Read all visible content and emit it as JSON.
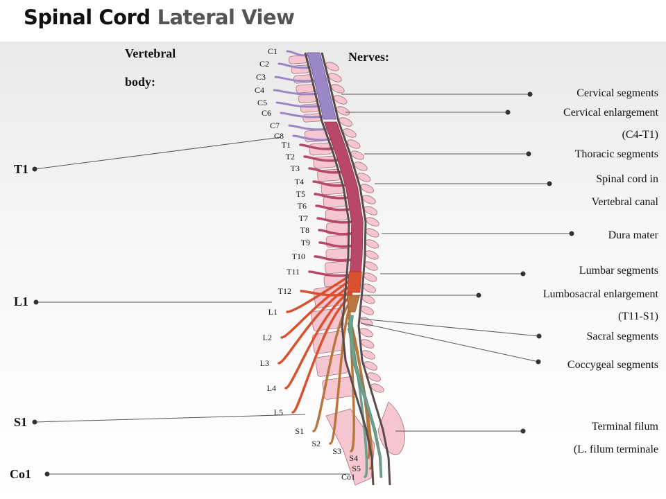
{
  "title": {
    "main": "Spinal Cord",
    "sub": "Lateral View"
  },
  "headings": {
    "vertebral": "Vertebral",
    "body": "body:",
    "nerves": "Nerves:"
  },
  "left_markers": [
    "T1",
    "L1",
    "S1",
    "Co1"
  ],
  "vertebra_labels": [
    "C1",
    "C2",
    "C3",
    "C4",
    "C5",
    "C6",
    "C7",
    "C8",
    "T1",
    "T2",
    "T3",
    "T4",
    "T5",
    "T6",
    "T7",
    "T8",
    "T9",
    "T10",
    "T11",
    "T12",
    "L1",
    "L2",
    "L3",
    "L4",
    "L5",
    "S1",
    "S2",
    "S3",
    "S4",
    "S5",
    "Co1"
  ],
  "right_labels": [
    {
      "lines": [
        "Cervical segments"
      ]
    },
    {
      "lines": [
        "Cervical enlargement",
        "(C4-T1)"
      ]
    },
    {
      "lines": [
        "Thoracic segments"
      ]
    },
    {
      "lines": [
        "Spinal cord in",
        "Vertebral canal"
      ]
    },
    {
      "lines": [
        "Dura mater"
      ]
    },
    {
      "lines": [
        "Lumbar segments"
      ]
    },
    {
      "lines": [
        "Lumbosacral enlargement",
        "(T11-S1)"
      ]
    },
    {
      "lines": [
        "Sacral segments"
      ]
    },
    {
      "lines": [
        "Coccygeal segments"
      ]
    },
    {
      "lines": [
        "Terminal filum",
        "(L. filum terminale"
      ]
    }
  ],
  "colors": {
    "cervical": "#9b86c6",
    "thoracic": "#b8476a",
    "lumbar": "#d9512f",
    "sacral": "#b9763e",
    "coccygeal": "#6f9f8c",
    "bone": "#f5c6cf",
    "bone_edge": "#a8707c",
    "dura": "#5a4a4c",
    "leader": "#555555"
  }
}
